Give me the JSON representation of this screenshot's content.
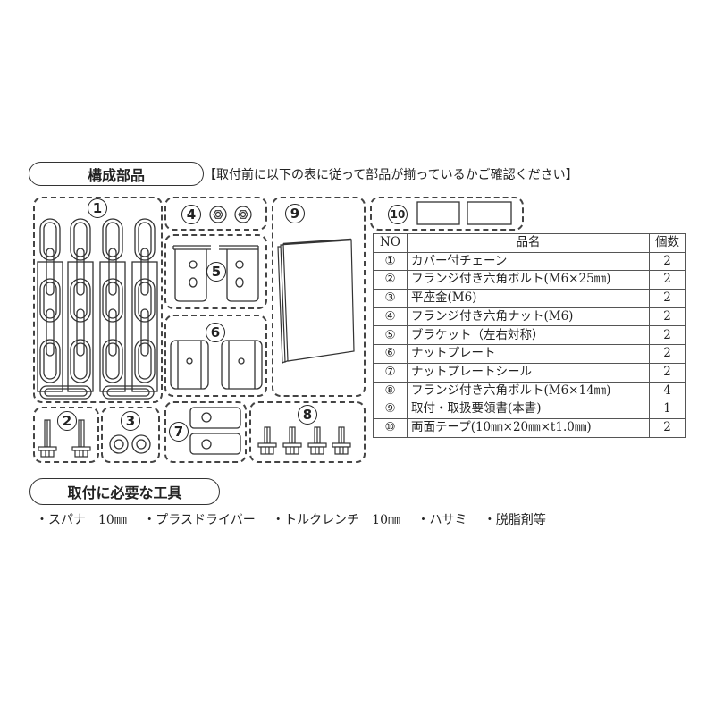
{
  "section_parts": {
    "title": "構成部品",
    "note": "【取付前に以下の表に従って部品が揃っているかご確認ください】"
  },
  "illustration_labels": {
    "p1": "1",
    "p2": "2",
    "p3": "3",
    "p4": "4",
    "p5": "5",
    "p6": "6",
    "p7": "7",
    "p8": "8",
    "p9": "9",
    "p10": "10"
  },
  "parts_table": {
    "headers": {
      "no": "NO",
      "name": "品名",
      "qty": "個数"
    },
    "rows": [
      {
        "no": "①",
        "name": "カバー付チェーン",
        "qty": "2"
      },
      {
        "no": "②",
        "name": "フランジ付き六角ボルト(M6×25㎜)",
        "qty": "2"
      },
      {
        "no": "③",
        "name": "平座金(M6)",
        "qty": "2"
      },
      {
        "no": "④",
        "name": "フランジ付き六角ナット(M6)",
        "qty": "2"
      },
      {
        "no": "⑤",
        "name": "ブラケット（左右対称）",
        "qty": "2"
      },
      {
        "no": "⑥",
        "name": "ナットプレート",
        "qty": "2"
      },
      {
        "no": "⑦",
        "name": "ナットプレートシール",
        "qty": "2"
      },
      {
        "no": "⑧",
        "name": "フランジ付き六角ボルト(M6×14㎜)",
        "qty": "4"
      },
      {
        "no": "⑨",
        "name": "取付・取扱要領書(本書)",
        "qty": "1"
      },
      {
        "no": "⑩",
        "name": "両面テープ(10㎜×20㎜×t1.0㎜)",
        "qty": "2"
      }
    ]
  },
  "section_tools": {
    "title": "取付に必要な工具",
    "items": [
      "・スパナ　10㎜",
      "・プラスドライバー",
      "・トルクレンチ　10㎜",
      "・ハサミ",
      "・脱脂剤等"
    ]
  },
  "icons": {
    "chain": "chain-with-cover-icon",
    "bolt25": "flange-bolt-icon",
    "washer": "flat-washer-icon",
    "nut": "flange-nut-icon",
    "bracket": "bracket-icon",
    "nutplate": "nut-plate-icon",
    "seal": "nut-plate-seal-icon",
    "bolt14": "flange-bolt-short-icon",
    "manual": "manual-booklet-icon",
    "tape": "double-sided-tape-icon"
  }
}
